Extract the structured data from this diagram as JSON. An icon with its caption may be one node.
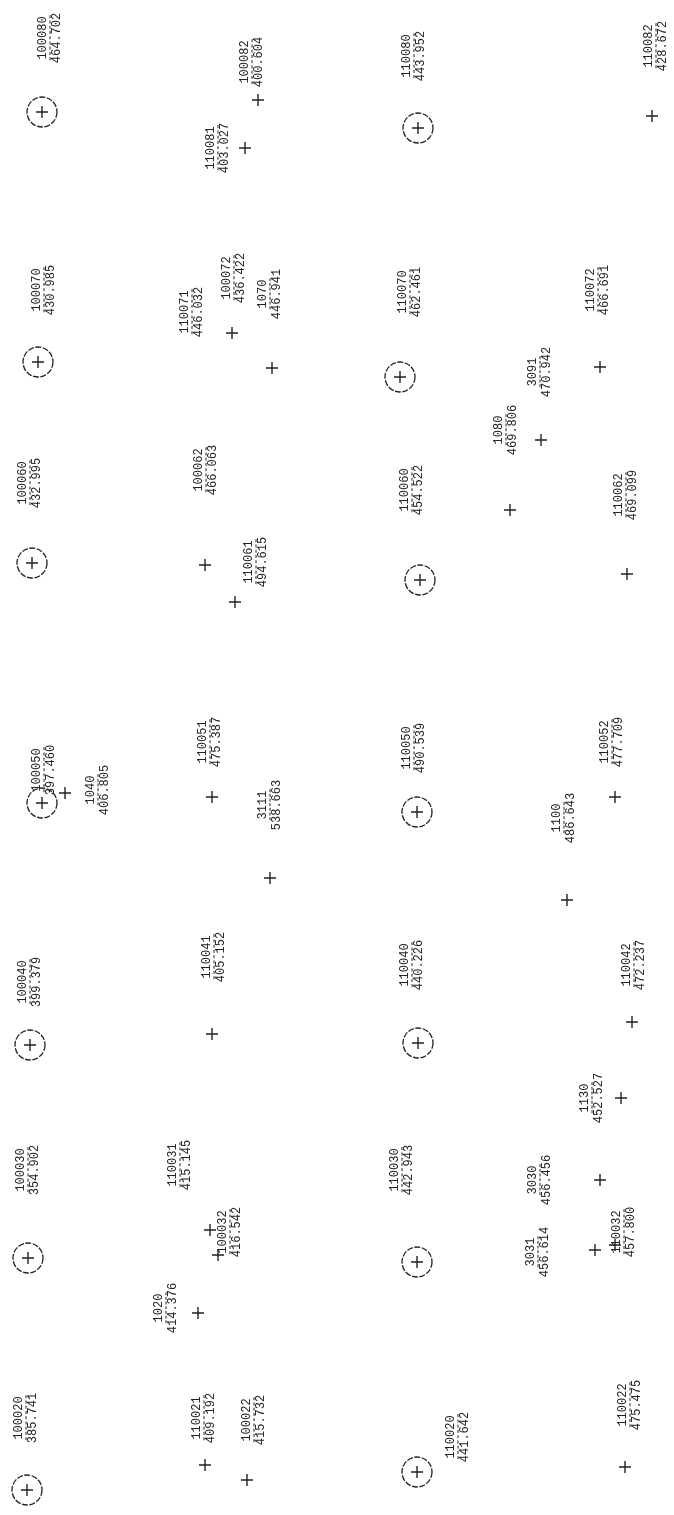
{
  "diagram": {
    "labels": [
      "100080",
      "464.702",
      "100082",
      "400.604",
      "110081",
      "403.027",
      "110080",
      "443.952",
      "110082",
      "428.672",
      "100070",
      "430.985",
      "110071",
      "446.032",
      "100072",
      "436.422",
      "1070",
      "446.941",
      "110070",
      "462.461",
      "110072",
      "466.691",
      "3091",
      "470.942",
      "1080",
      "469.806",
      "100060",
      "432.995",
      "100062",
      "466.063",
      "110061",
      "494.615",
      "110060",
      "454.522",
      "110062",
      "469.099",
      "100050",
      "397.460",
      "1040",
      "406.805",
      "110051",
      "475.387",
      "3111",
      "538.663",
      "110050",
      "490.539",
      "110052",
      "477.709",
      "1100",
      "486.643",
      "100040",
      "399.379",
      "110041",
      "405.152",
      "110040",
      "440.226",
      "110042",
      "472.237",
      "100030",
      "354.902",
      "110031",
      "415.145",
      "100032",
      "416.542",
      "110030",
      "442.943",
      "1130",
      "452.527",
      "3030",
      "456.456",
      "3031",
      "456.614",
      "110032",
      "457.800",
      "100020",
      "385.741",
      "1020",
      "414.376",
      "110021",
      "409.192",
      "100022",
      "415.732",
      "110020",
      "441.642",
      "110022",
      "475.475"
    ]
  }
}
